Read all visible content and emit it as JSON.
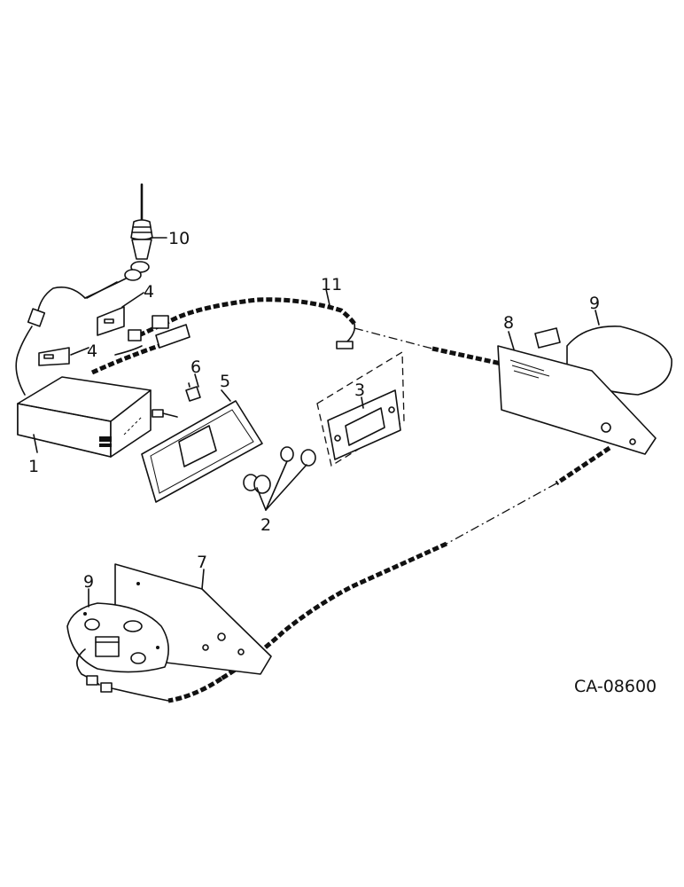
{
  "diagram": {
    "drawing_code": "CA-08600",
    "callouts": {
      "c1": "1",
      "c2": "2",
      "c3": "3",
      "c4a": "4",
      "c4b": "4",
      "c5": "5",
      "c6": "6",
      "c7": "7",
      "c8": "8",
      "c9a": "9",
      "c9b": "9",
      "c10": "10",
      "c11": "11"
    }
  }
}
